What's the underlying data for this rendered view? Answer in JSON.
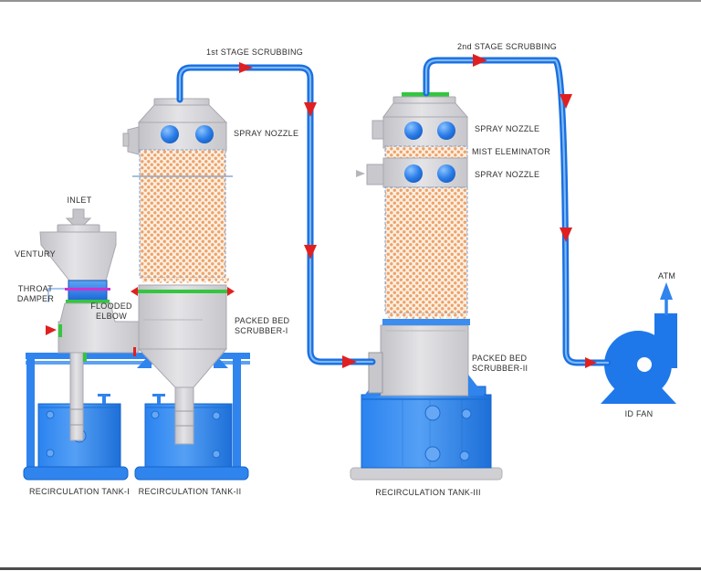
{
  "diagram": {
    "stage1_label": "1st STAGE SCRUBBING",
    "stage2_label": "2nd STAGE SCRUBBING",
    "inlet_label": "INLET",
    "ventury_label": "VENTURY",
    "throat_damper_label": "THROAT DAMPER",
    "flooded_elbow_label": "FLOODED ELBOW",
    "atm_label": "ATM",
    "id_fan_label": "ID FAN",
    "scrubber1": {
      "spray_nozzle_label": "SPRAY NOZZLE",
      "name_label": "PACKED BED SCRUBBER-I"
    },
    "scrubber2": {
      "spray_nozzle_top_label": "SPRAY NOZZLE",
      "mist_eliminator_label": "MIST ELEMINATOR",
      "spray_nozzle_mid_label": "SPRAY NOZZLE",
      "name_label": "PACKED BED SCRUBBER-II"
    },
    "tanks": {
      "tank1_label": "RECIRCULATION TANK-I",
      "tank2_label": "RECIRCULATION TANK-II",
      "tank3_label": "RECIRCULATION TANK-III"
    },
    "colors": {
      "pipe_blue": "#1a6fe0",
      "tank_blue": "#2e86f2",
      "equipment_gray": "#d4d4d8",
      "packed_bed_orange": "#eda26b",
      "flange_green": "#35c53f",
      "flow_arrow_red": "#e02020",
      "damper_magenta": "#cc33cc"
    }
  }
}
